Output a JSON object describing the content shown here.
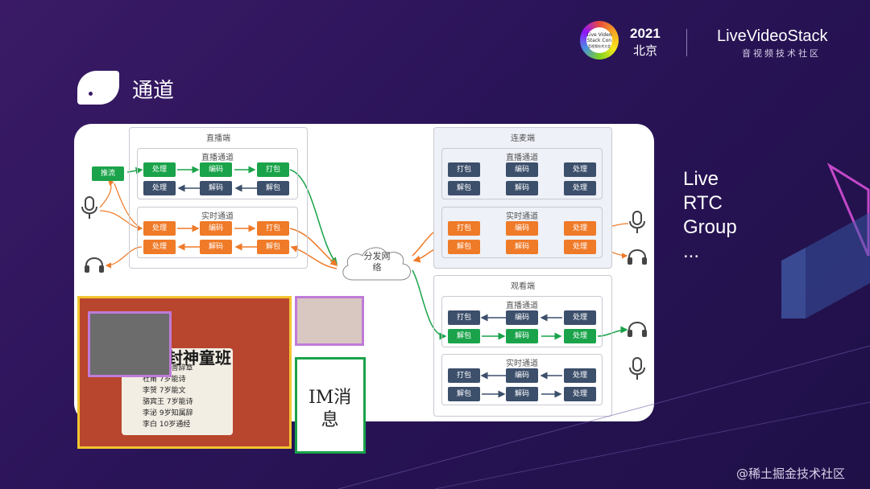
{
  "header": {
    "event_logo_text": [
      "Live Video",
      "Stack Con",
      "音视频技术大会"
    ],
    "year": "2021",
    "city": "北京",
    "brand": "LiveVideoStack",
    "brand_subtitle": "音视频技术社区"
  },
  "slide_title": "通道",
  "side_labels": [
    "Live",
    "RTC",
    "Group",
    "..."
  ],
  "diagram": {
    "anchor": {
      "title": "直播端",
      "push_label": "推流",
      "live_channel": {
        "title": "直播通道",
        "row1": [
          "处理",
          "编码",
          "打包"
        ],
        "row2": [
          "处理",
          "解码",
          "解包"
        ]
      },
      "rtc_channel": {
        "title": "实时通道",
        "row1": [
          "处理",
          "编码",
          "打包"
        ],
        "row2": [
          "处理",
          "解码",
          "解包"
        ]
      }
    },
    "network": {
      "label_line1": "分发网",
      "label_line2": "络"
    },
    "comic": {
      "title": "连麦端",
      "live_channel": {
        "title": "直播通道",
        "row1": [
          "打包",
          "编码",
          "处理"
        ],
        "row2": [
          "解包",
          "解码",
          "处理"
        ]
      },
      "rtc_channel": {
        "title": "实时通道",
        "row1": [
          "打包",
          "编码",
          "处理"
        ],
        "row2": [
          "解包",
          "解码",
          "处理"
        ]
      }
    },
    "viewer": {
      "title": "观看端",
      "live_channel": {
        "title": "直播通道",
        "row1": [
          "打包",
          "编码",
          "处理"
        ],
        "row2": [
          "解包",
          "解码",
          "处理"
        ]
      },
      "rtc_channel": {
        "title": "实时通道",
        "row1": [
          "打包",
          "编码",
          "处理"
        ],
        "row2": [
          "解包",
          "解码",
          "处理"
        ]
      }
    },
    "colors": {
      "green": "#1aa34a",
      "dark": "#3c4f6b",
      "orange": "#ef7a28"
    }
  },
  "screenshot": {
    "banner": "封神童班",
    "poem_lines": [
      "王勃 6岁善辞章",
      "杜甫 7岁能诗",
      "李贺 7岁能文",
      "骆宾王 7岁能诗",
      "李泌 9岁知属辞",
      "李白 10岁通经"
    ],
    "im_label_line1": "IM消",
    "im_label_line2": "息"
  },
  "watermark": "@稀土掘金技术社区"
}
